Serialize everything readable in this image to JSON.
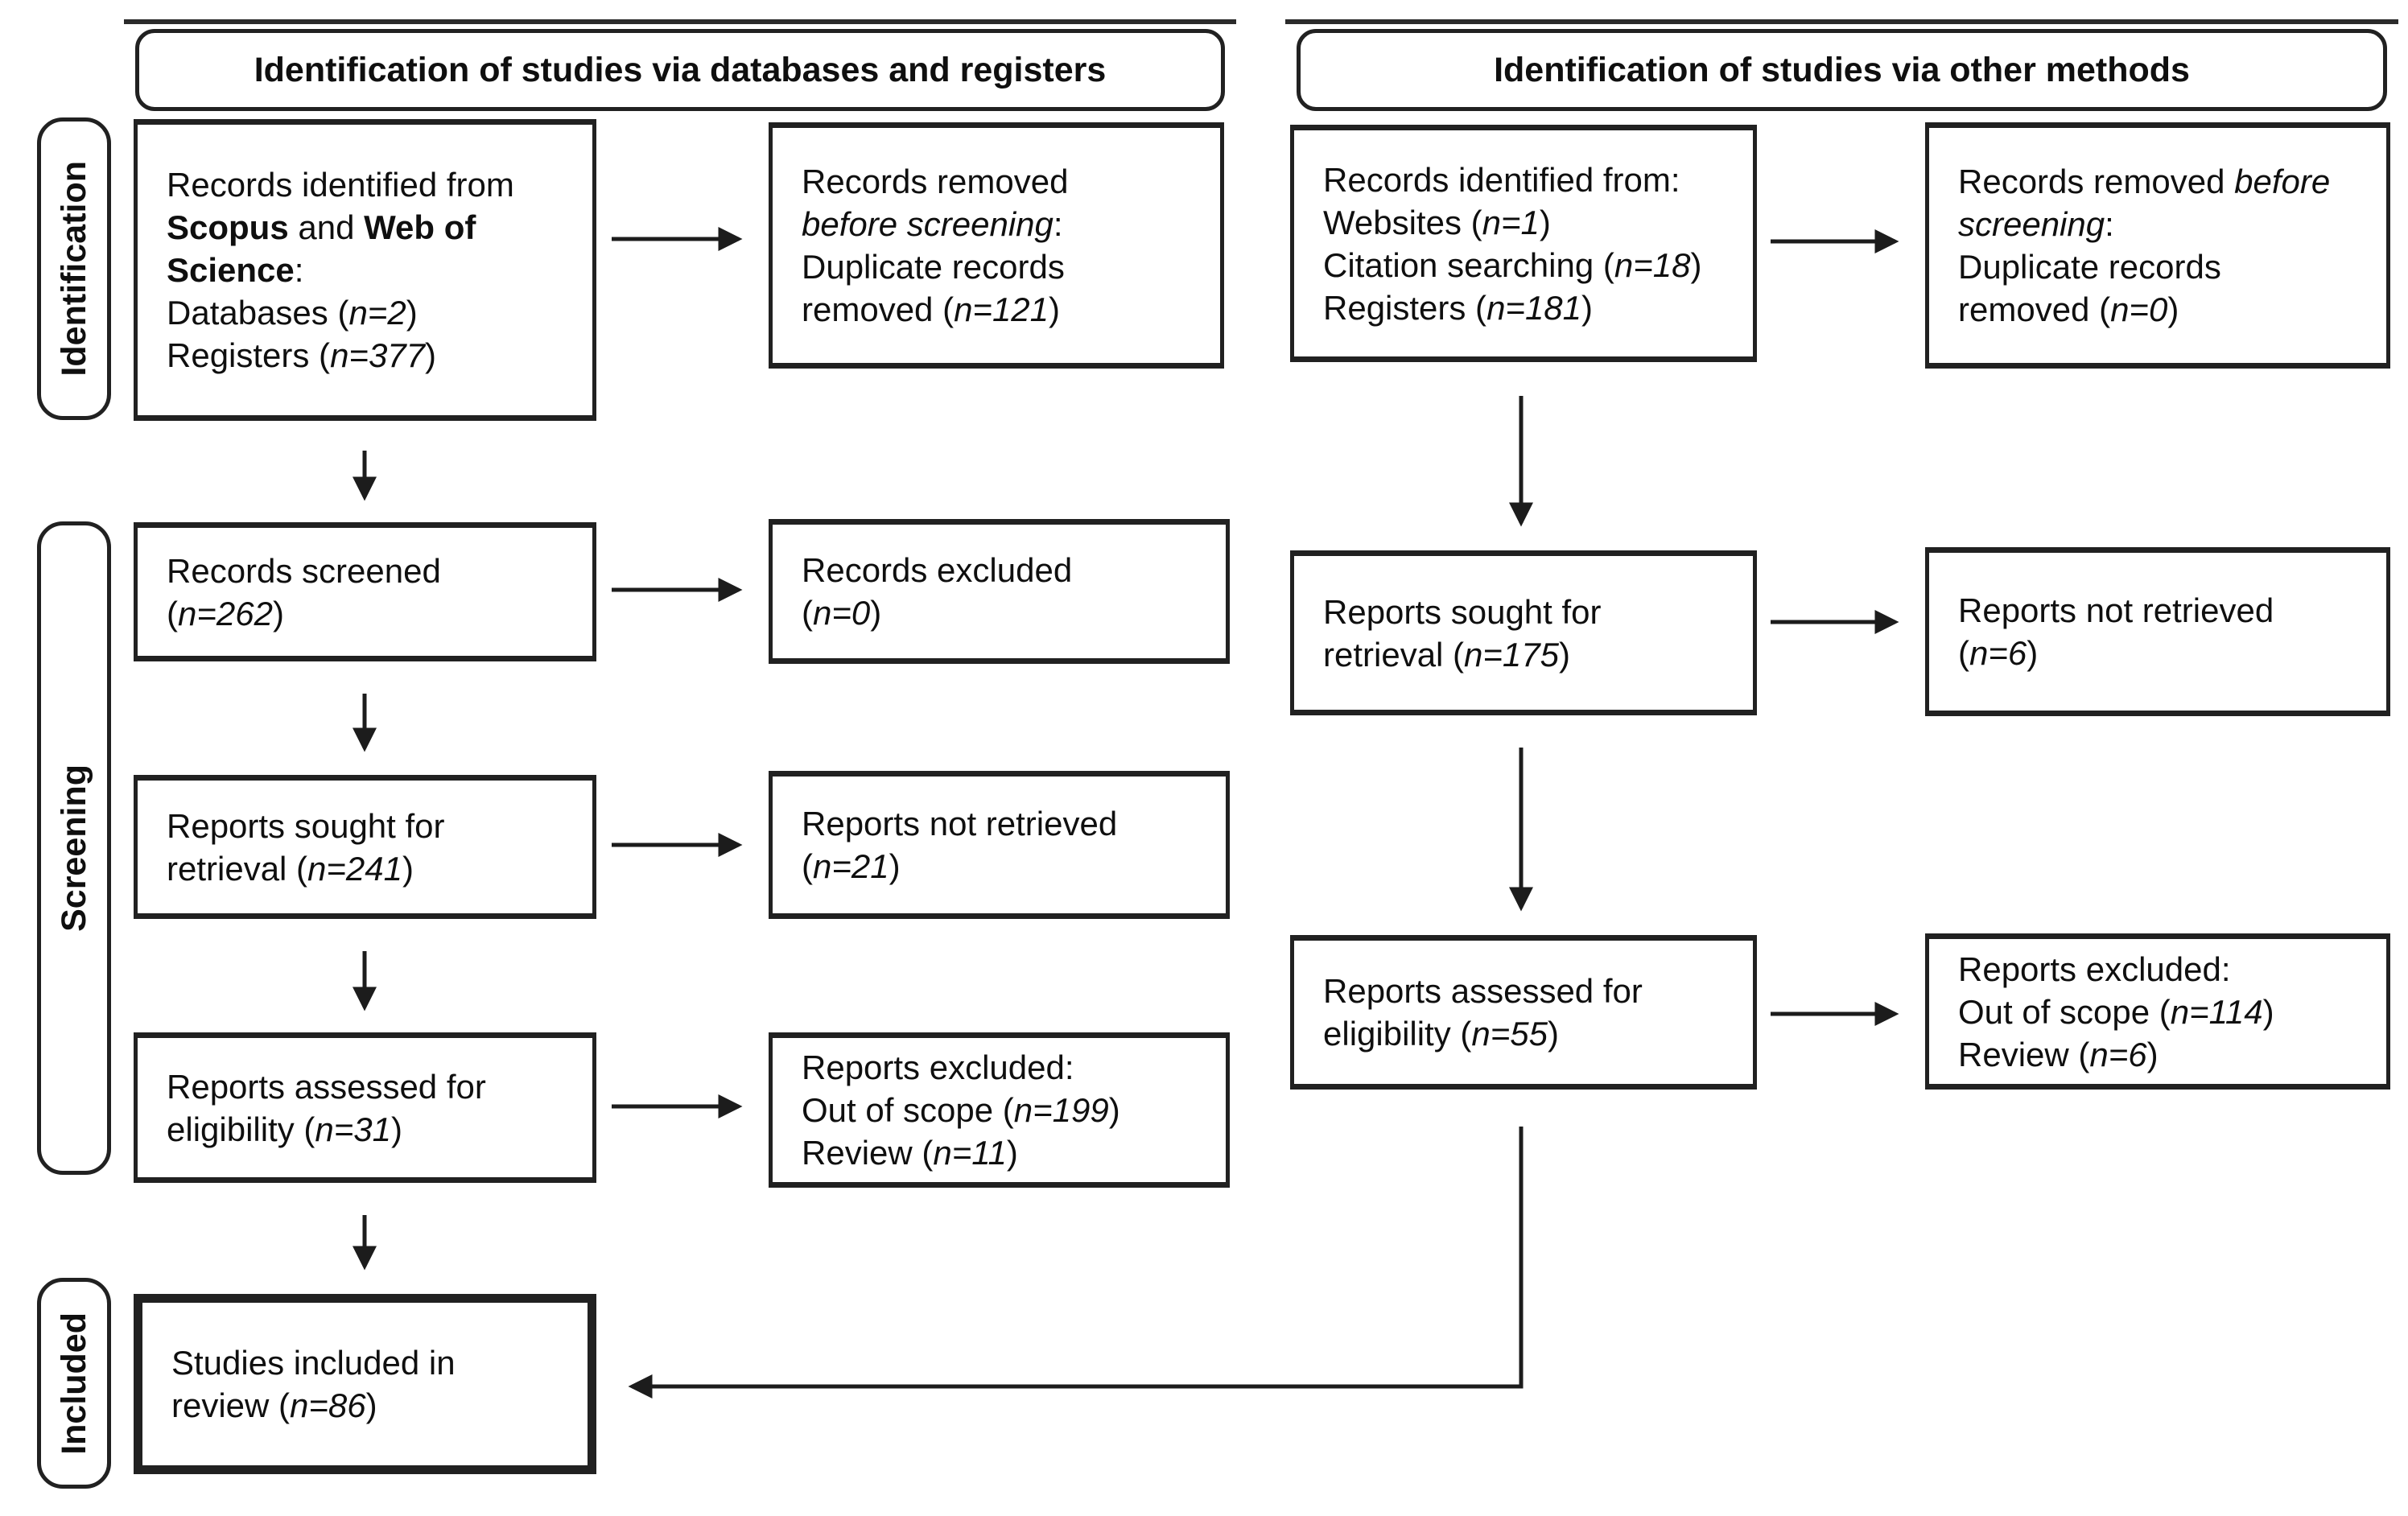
{
  "page": {
    "background_color": "#ffffff",
    "border_color": "#212121",
    "text_color": "#0f0f0f",
    "arrow_color": "#1c1c1c"
  },
  "headers": {
    "databases_registers": "Identification of studies via databases and registers",
    "other_methods": "Identification of studies via other methods"
  },
  "stage_labels": {
    "identification": "Identification",
    "screening": "Screening",
    "included": "Included"
  },
  "boxes": {
    "db_identified": {
      "lines": [
        [
          {
            "t": "Records identified from"
          }
        ],
        [
          {
            "t": "Scopus",
            "b": true
          },
          {
            "t": " and "
          },
          {
            "t": "Web of",
            "b": true
          }
        ],
        [
          {
            "t": "Science",
            "b": true
          },
          {
            "t": ":"
          }
        ],
        [
          {
            "t": "Databases ("
          },
          {
            "t": "n=2",
            "i": true
          },
          {
            "t": ")"
          }
        ],
        [
          {
            "t": "Registers ("
          },
          {
            "t": "n=377",
            "i": true
          },
          {
            "t": ")"
          }
        ]
      ]
    },
    "db_removed_before_screening": {
      "lines": [
        [
          {
            "t": "Records removed"
          }
        ],
        [
          {
            "t": "before screening",
            "i": true
          },
          {
            "t": ":"
          }
        ],
        [
          {
            "t": "Duplicate records"
          }
        ],
        [
          {
            "t": "removed ("
          },
          {
            "t": "n=121",
            "i": true
          },
          {
            "t": ")"
          }
        ]
      ]
    },
    "db_screened": {
      "lines": [
        [
          {
            "t": "Records screened"
          }
        ],
        [
          {
            "t": "("
          },
          {
            "t": "n=262",
            "i": true
          },
          {
            "t": ")"
          }
        ]
      ]
    },
    "db_excluded": {
      "lines": [
        [
          {
            "t": "Records excluded"
          }
        ],
        [
          {
            "t": "("
          },
          {
            "t": "n=0",
            "i": true
          },
          {
            "t": ")"
          }
        ]
      ]
    },
    "db_sought": {
      "lines": [
        [
          {
            "t": "Reports sought for"
          }
        ],
        [
          {
            "t": "retrieval ("
          },
          {
            "t": "n=241",
            "i": true
          },
          {
            "t": ")"
          }
        ]
      ]
    },
    "db_not_retrieved": {
      "lines": [
        [
          {
            "t": "Reports not retrieved"
          }
        ],
        [
          {
            "t": "("
          },
          {
            "t": "n=21",
            "i": true
          },
          {
            "t": ")"
          }
        ]
      ]
    },
    "db_assessed": {
      "lines": [
        [
          {
            "t": "Reports assessed for"
          }
        ],
        [
          {
            "t": "eligibility ("
          },
          {
            "t": "n=31",
            "i": true
          },
          {
            "t": ")"
          }
        ]
      ]
    },
    "db_reports_excluded": {
      "lines": [
        [
          {
            "t": "Reports excluded:"
          }
        ],
        [
          {
            "t": "Out of scope ("
          },
          {
            "t": "n=199",
            "i": true
          },
          {
            "t": ")"
          }
        ],
        [
          {
            "t": "Review ("
          },
          {
            "t": "n=11",
            "i": true
          },
          {
            "t": ")"
          }
        ]
      ]
    },
    "included_studies": {
      "lines": [
        [
          {
            "t": "Studies included in"
          }
        ],
        [
          {
            "t": "review ("
          },
          {
            "t": "n=86",
            "i": true
          },
          {
            "t": ")"
          }
        ]
      ]
    },
    "om_identified": {
      "lines": [
        [
          {
            "t": "Records identified from:"
          }
        ],
        [
          {
            "t": "Websites ("
          },
          {
            "t": "n=1",
            "i": true
          },
          {
            "t": ")"
          }
        ],
        [
          {
            "t": "Citation searching ("
          },
          {
            "t": "n=18",
            "i": true
          },
          {
            "t": ")"
          }
        ],
        [
          {
            "t": "Registers ("
          },
          {
            "t": "n=181",
            "i": true
          },
          {
            "t": ")"
          }
        ]
      ]
    },
    "om_removed_before_screening": {
      "lines": [
        [
          {
            "t": "Records removed "
          },
          {
            "t": "before",
            "i": true
          }
        ],
        [
          {
            "t": "screening",
            "i": true
          },
          {
            "t": ":"
          }
        ],
        [
          {
            "t": "Duplicate records"
          }
        ],
        [
          {
            "t": "removed ("
          },
          {
            "t": "n=0",
            "i": true
          },
          {
            "t": ")"
          }
        ]
      ]
    },
    "om_sought": {
      "lines": [
        [
          {
            "t": "Reports sought for"
          }
        ],
        [
          {
            "t": "retrieval ("
          },
          {
            "t": "n=175",
            "i": true
          },
          {
            "t": ")"
          }
        ]
      ]
    },
    "om_not_retrieved": {
      "lines": [
        [
          {
            "t": "Reports not retrieved"
          }
        ],
        [
          {
            "t": "("
          },
          {
            "t": "n=6",
            "i": true
          },
          {
            "t": ")"
          }
        ]
      ]
    },
    "om_assessed": {
      "lines": [
        [
          {
            "t": "Reports assessed for"
          }
        ],
        [
          {
            "t": "eligibility ("
          },
          {
            "t": "n=55",
            "i": true
          },
          {
            "t": ")"
          }
        ]
      ]
    },
    "om_reports_excluded": {
      "lines": [
        [
          {
            "t": "Reports excluded:"
          }
        ],
        [
          {
            "t": "Out of scope ("
          },
          {
            "t": "n=114",
            "i": true
          },
          {
            "t": ")"
          }
        ],
        [
          {
            "t": "Review ("
          },
          {
            "t": "n=6",
            "i": true
          },
          {
            "t": ")"
          }
        ]
      ]
    }
  }
}
